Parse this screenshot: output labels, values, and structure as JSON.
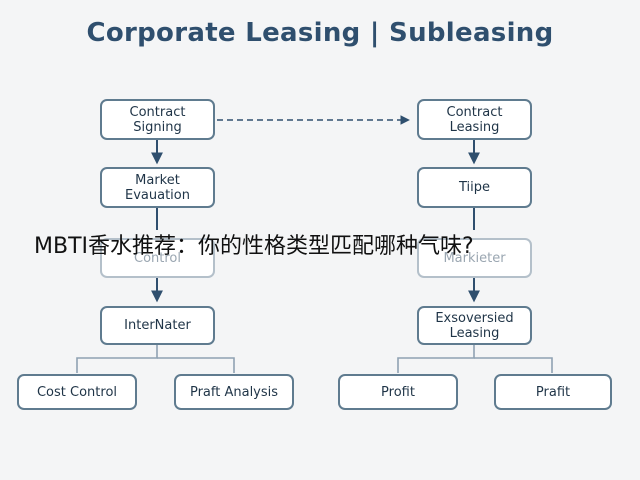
{
  "title": "Corporate Leasing | Subleasing",
  "left_column": {
    "contract_signing": "Contract\nSigning",
    "market_evaluation": "Market\nEvauation",
    "control": "Control",
    "internater": "InterNater",
    "cost_control": "Cost Control",
    "profit_analysis": "Praft Analysis"
  },
  "right_column": {
    "contract_leasing": "Contract\nLeasing",
    "tiipe": "Tiipe",
    "markieter": "Markieter",
    "exsoversied_leasing": "Exsoversied\nLeasing",
    "profit_left": "Profit",
    "profit_right": "Prafit"
  },
  "overlay_text": "MBTI香水推荐：你的性格类型匹配哪种气味?",
  "colors": {
    "title": "#2f4f6e",
    "box_border": "#5f7b8f",
    "arrow": "#2f4f6e",
    "connector": "#8fa2b2"
  }
}
